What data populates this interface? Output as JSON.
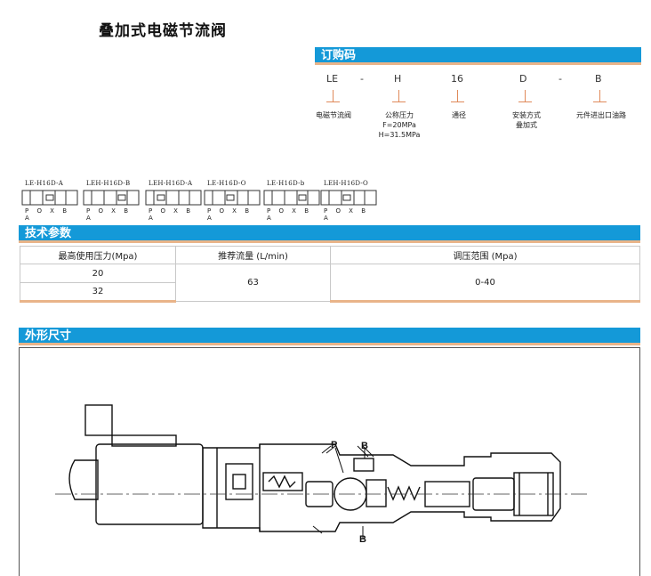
{
  "title": "叠加式电磁节流阀",
  "order_code": {
    "header": "订购码",
    "parts": [
      {
        "code": "LE",
        "label": "电磁节流阀"
      },
      {
        "code": "-",
        "label": ""
      },
      {
        "code": "H",
        "label": "公称压力\nF=20MPa\nH=31.5MPa"
      },
      {
        "code": "16",
        "label": "通径"
      },
      {
        "code": "D",
        "label": "安装方式\n叠加式"
      },
      {
        "code": "-",
        "label": ""
      },
      {
        "code": "B",
        "label": "元件进出口油路"
      }
    ]
  },
  "symbols": [
    {
      "name": "LE-H16D-A",
      "ports": "P O X B A"
    },
    {
      "name": "LEH-H16D-B",
      "ports": "P O X B A"
    },
    {
      "name": "LEH-H16D-A",
      "ports": "P O X B A"
    },
    {
      "name": "LE-H16D-O",
      "ports": "P O X B A"
    },
    {
      "name": "LE-H16D-b",
      "ports": "P O X B A"
    },
    {
      "name": "LEH-H16D-O",
      "ports": "P O X B A"
    }
  ],
  "tech": {
    "header": "技术参数",
    "columns": [
      "最高使用压力(Mpa)",
      "推荐流量 (L/min)",
      "调压范围 (Mpa)"
    ],
    "pressures": [
      "20",
      "32"
    ],
    "flow": "63",
    "range": "0-40"
  },
  "dimensions": {
    "header": "外形尺寸",
    "port_labels": [
      "P",
      "B",
      "B"
    ]
  },
  "colors": {
    "bar_blue": "#1499d8",
    "accent_orange": "#e9b489",
    "tick_orange": "#e08a5a"
  }
}
